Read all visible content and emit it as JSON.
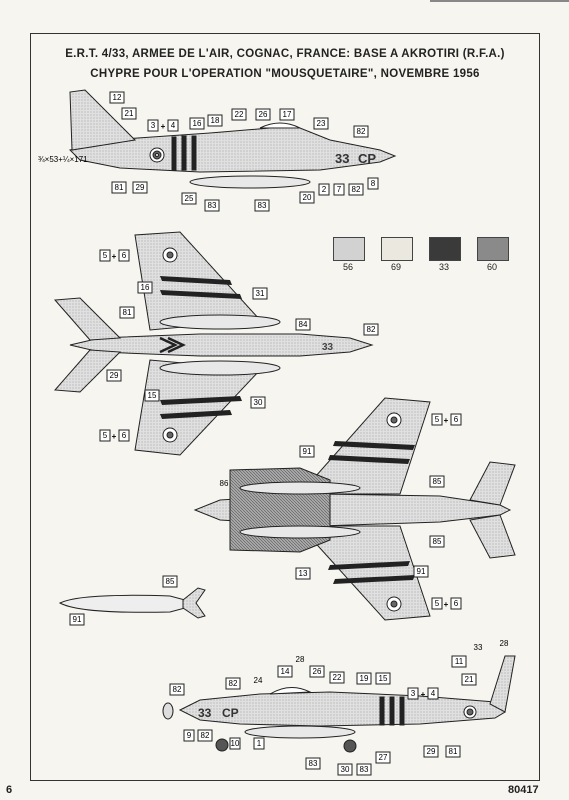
{
  "title": {
    "line1": "E.R.T. 4/33, ARMEE DE L'AIR, COGNAC, FRANCE: BASE A AKROTIRI (R.F.A.)",
    "line2": "CHYPRE POUR L'OPERATION \"MOUSQUETAIRE\", NOVEMBRE 1956"
  },
  "page_number": "6",
  "reference": "80417",
  "scale_note": "3/4×53+1/4×171",
  "color_key": [
    {
      "label": "56",
      "color": "#d2d2d2"
    },
    {
      "label": "69",
      "color": "#ebe8df"
    },
    {
      "label": "33",
      "color": "#3a3a3a"
    },
    {
      "label": "60",
      "color": "#8a8a8a"
    }
  ],
  "aircraft_code": "33-CP",
  "callouts": {
    "side_top": [
      "12",
      "21",
      "3",
      "4",
      "16",
      "18",
      "22",
      "26",
      "17",
      "23",
      "82",
      "81",
      "29",
      "25",
      "83",
      "83",
      "20",
      "2",
      "7",
      "82",
      "8"
    ],
    "plan_top": [
      "5",
      "6",
      "16",
      "31",
      "81",
      "29",
      "84",
      "82",
      "15",
      "30",
      "5",
      "6"
    ],
    "plan_bottom": [
      "91",
      "5",
      "6",
      "86",
      "85",
      "85",
      "13",
      "91",
      "5",
      "6"
    ],
    "tank": [
      "85",
      "91"
    ],
    "side_bottom": [
      "33",
      "28",
      "11",
      "14",
      "26",
      "22",
      "19",
      "15",
      "3",
      "4",
      "21",
      "82",
      "82",
      "24",
      "9",
      "82",
      "10",
      "1",
      "83",
      "30",
      "83",
      "27",
      "29",
      "81"
    ]
  }
}
